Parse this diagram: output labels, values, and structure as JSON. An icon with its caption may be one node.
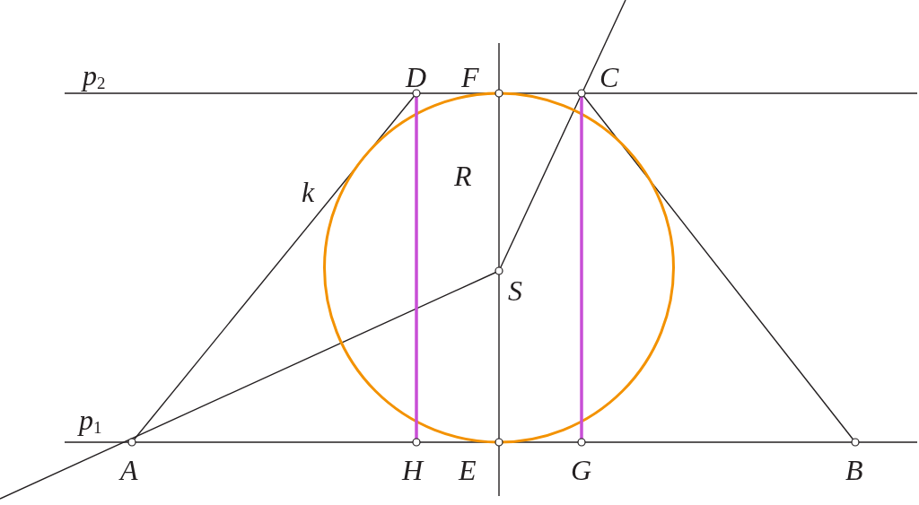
{
  "diagram": {
    "labels": [
      "p$_{2}$",
      "D",
      "F",
      "C",
      "R",
      "k",
      "S",
      "p$_{1}$",
      "A",
      "H",
      "E",
      "G",
      "B"
    ]
  }
}
